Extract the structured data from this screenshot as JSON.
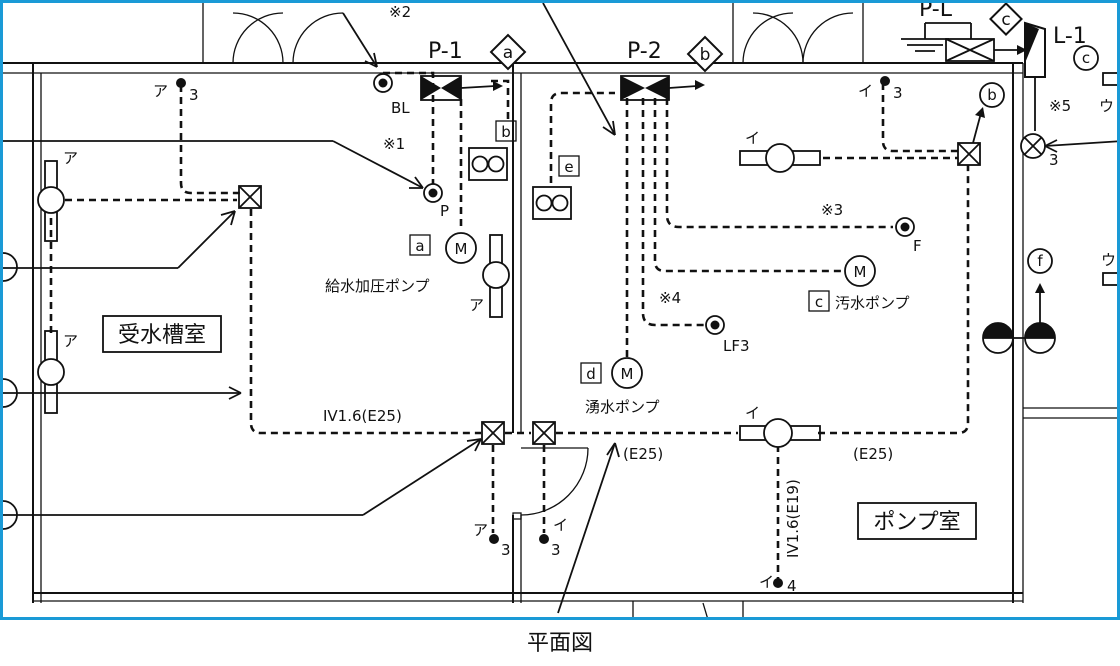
{
  "caption": "平面図",
  "rooms": {
    "water_tank_room": "受水槽室",
    "pump_room": "ポンプ室"
  },
  "panels": {
    "p1": "P-1",
    "p2": "P-2",
    "p_l": "P-L",
    "l1": "L-1"
  },
  "diamond_tags": {
    "a": "a",
    "b": "b",
    "c": "c"
  },
  "circle_tags": {
    "b": "b",
    "c": "c",
    "f": "f"
  },
  "box_tags": {
    "a": "a",
    "b": "b",
    "c": "c",
    "d": "d",
    "e": "e"
  },
  "pumps": {
    "supply": "給水加圧ポンプ",
    "sewage": "汚水ポンプ",
    "spring": "湧水ポンプ"
  },
  "motor": "M",
  "notes": {
    "n1": "※1",
    "n2": "※2",
    "n3": "※3",
    "n4": "※4",
    "n5": "※5"
  },
  "cable_labels": {
    "iv_e25": "IV1.6(E25)",
    "e25_a": "(E25)",
    "e25_b": "(E25)",
    "iv_e19": "IV1.6(E19)"
  },
  "circuit_marks": {
    "a": "ア",
    "i": "イ",
    "u": "ウ"
  },
  "numbers": {
    "three": "3",
    "four": "4"
  },
  "sensor_labels": {
    "bl": "BL",
    "p": "P",
    "f": "F",
    "lf3": "LF3"
  }
}
